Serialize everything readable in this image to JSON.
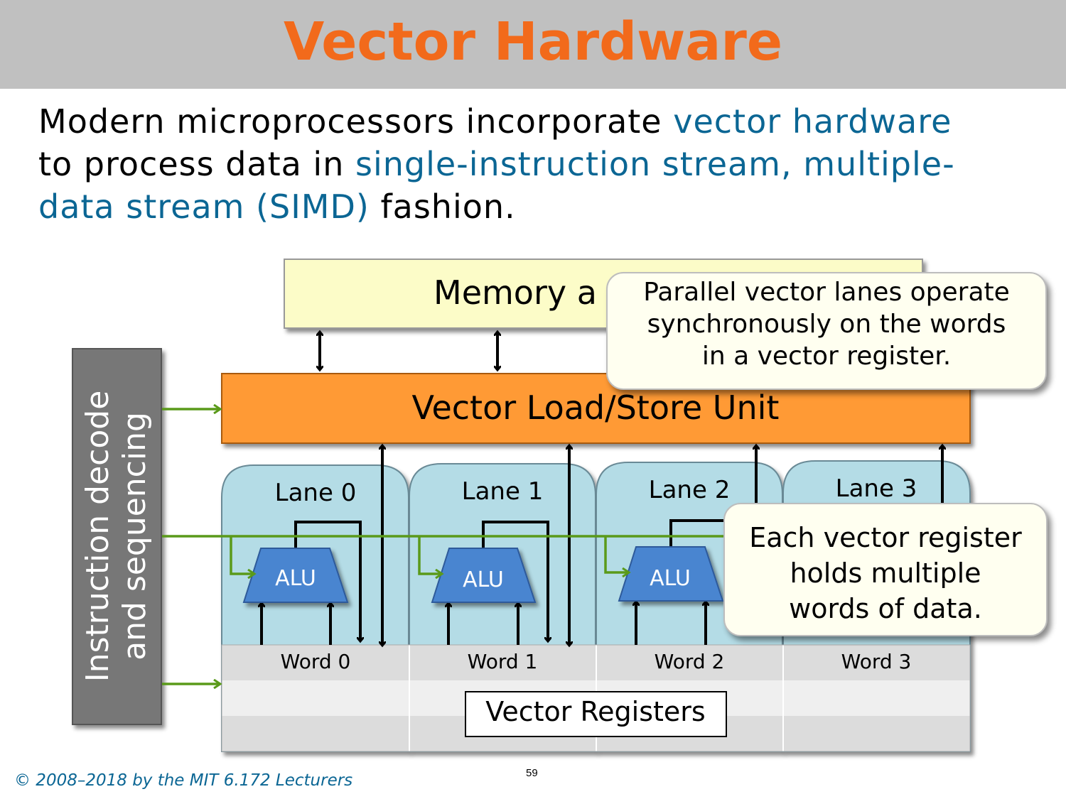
{
  "slide": {
    "title": "Vector Hardware",
    "body": {
      "t1": "Modern microprocessors incorporate ",
      "h1": "vector hardware",
      "t2": "to process data in ",
      "h2": "single-instruction stream, multiple-",
      "h3": "data stream (SIMD)",
      "t3": " fashion."
    },
    "footer": "© 2008–2018 by the MIT 6.172 Lecturers",
    "page_number": "59"
  },
  "diagram": {
    "memory_label": "Memory a",
    "load_store_label": "Vector Load/Store Unit",
    "decode_label_line1": "Instruction decode",
    "decode_label_line2": "and sequencing",
    "lanes": [
      "Lane 0",
      "Lane 1",
      "Lane 2",
      "Lane 3"
    ],
    "alu_label": "ALU",
    "words": [
      "Word 0",
      "Word 1",
      "Word 2",
      "Word 3"
    ],
    "registers_label": "Vector Registers",
    "colors": {
      "title": "#f26a1b",
      "highlight": "#0b6694",
      "memory": "#fcfcc8",
      "load_store": "#ff9a35",
      "lane": "#b4dce6",
      "alu": "#4a85d0",
      "decode": "#777777",
      "green_arrow": "#5a9a1a",
      "callout": "#fffff0"
    }
  },
  "callouts": {
    "lanes_note": [
      "Parallel vector lanes operate",
      "synchronously on the words",
      "in a vector register."
    ],
    "register_note": [
      "Each vector register",
      "holds multiple",
      "words of data."
    ]
  }
}
